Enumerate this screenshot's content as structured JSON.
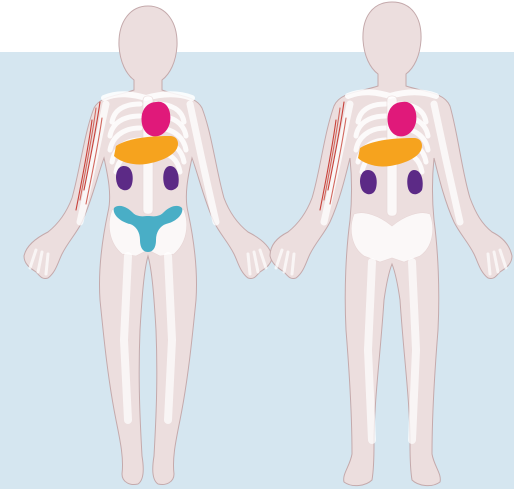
{
  "scene": {
    "background_panel_color": "#d5e6f0",
    "skin_color": "#ecdede",
    "skin_outline_color": "#c4a9ab",
    "bone_color": "#ffffff",
    "muscle_color": "#c8413a"
  },
  "figures": [
    {
      "label": "",
      "organs": [
        {
          "name": "heart",
          "color": "#e0197a"
        },
        {
          "name": "liver",
          "color": "#f6a31e"
        },
        {
          "name": "kidney-left",
          "color": "#5c2a86"
        },
        {
          "name": "kidney-right",
          "color": "#5c2a86"
        },
        {
          "name": "uterus",
          "color": "#49aec6"
        }
      ]
    },
    {
      "label": "",
      "organs": [
        {
          "name": "heart",
          "color": "#e0197a"
        },
        {
          "name": "liver",
          "color": "#f6a31e"
        },
        {
          "name": "kidney-left",
          "color": "#5c2a86"
        },
        {
          "name": "kidney-right",
          "color": "#5c2a86"
        }
      ]
    }
  ]
}
